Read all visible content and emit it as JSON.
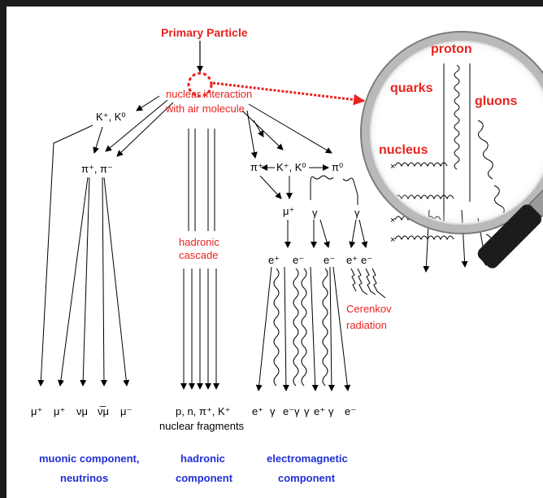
{
  "title": "Primary Particle",
  "interaction": {
    "line1": "nuclear interaction",
    "line2": "with air molecule"
  },
  "hadronic_cascade": {
    "line1": "hadronic",
    "line2": "cascade"
  },
  "cerenkov": {
    "line1": "Cerenkov",
    "line2": "radiation"
  },
  "particles": {
    "k_left": "K⁺, K⁰",
    "pi_left": "π⁺, π⁻",
    "pi_mid": "π⁺",
    "k_mid": "K⁺, K⁰",
    "pi0": "π⁰",
    "mu_mid": "μ⁺",
    "gamma1": "γ",
    "gamma2": "γ",
    "e_row": [
      "e⁺",
      "e⁻",
      "e⁻",
      "e⁺",
      "e⁻"
    ]
  },
  "bottom_row": {
    "muonic": [
      "μ⁺",
      "μ⁺",
      "νμ",
      "ν̅μ",
      "μ⁻"
    ],
    "hadronic": "p, n, π⁺, K⁺",
    "fragments": "nuclear fragments",
    "electromagnetic": [
      "e⁺",
      "γ",
      "e⁻",
      "γ",
      "γ",
      "e⁺",
      "γ",
      "e⁻"
    ]
  },
  "components": {
    "muonic": {
      "line1": "muonic component,",
      "line2": "neutrinos"
    },
    "hadronic": {
      "line1": "hadronic",
      "line2": "component"
    },
    "electromagnetic": {
      "line1": "electromagnetic",
      "line2": "component"
    }
  },
  "magnifier": {
    "proton": "proton",
    "quarks": "quarks",
    "gluons": "gluons",
    "nucleus": "nucleus"
  },
  "colors": {
    "red": "#e8231f",
    "blue": "#1f2fd6",
    "frame": "#1c1c1c"
  }
}
